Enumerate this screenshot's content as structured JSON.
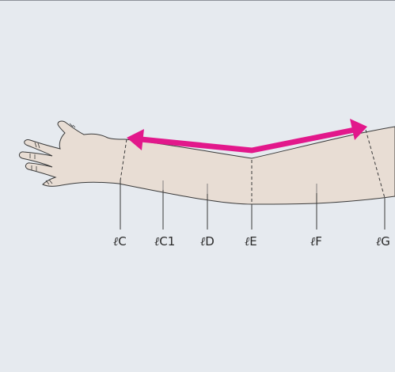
{
  "labels": {
    "lC": {
      "script": "ℓ",
      "text": "C"
    },
    "lC1": {
      "script": "ℓ",
      "text": "C1"
    },
    "lD": {
      "script": "ℓ",
      "text": "D"
    },
    "lE": {
      "script": "ℓ",
      "text": "E"
    },
    "lF": {
      "script": "ℓ",
      "text": "F"
    },
    "lG": {
      "script": "ℓ",
      "text": "G"
    }
  },
  "colors": {
    "background": "#e6eaef",
    "skin": "#e8ddd4",
    "outline": "#3a3a3a",
    "arrow": "#e2188b",
    "guide": "#3a3a3a"
  }
}
